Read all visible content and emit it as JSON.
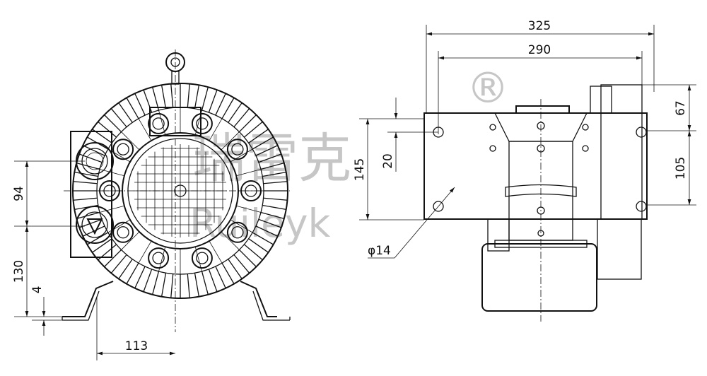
{
  "watermark": {
    "chinese": "瑞雷克",
    "latin": "Ruileyk",
    "registered": "®"
  },
  "dimensions": {
    "overall_depth": "325",
    "flange_depth": "290",
    "top_to_hole": "67",
    "hole_spacing_vertical_right": "105",
    "flange_height": "145",
    "hole_offset": "20",
    "hole_diameter": "φ14",
    "port_spacing": "94",
    "port_to_base": "130",
    "foot_thickness": "4",
    "foot_half_span": "113"
  }
}
